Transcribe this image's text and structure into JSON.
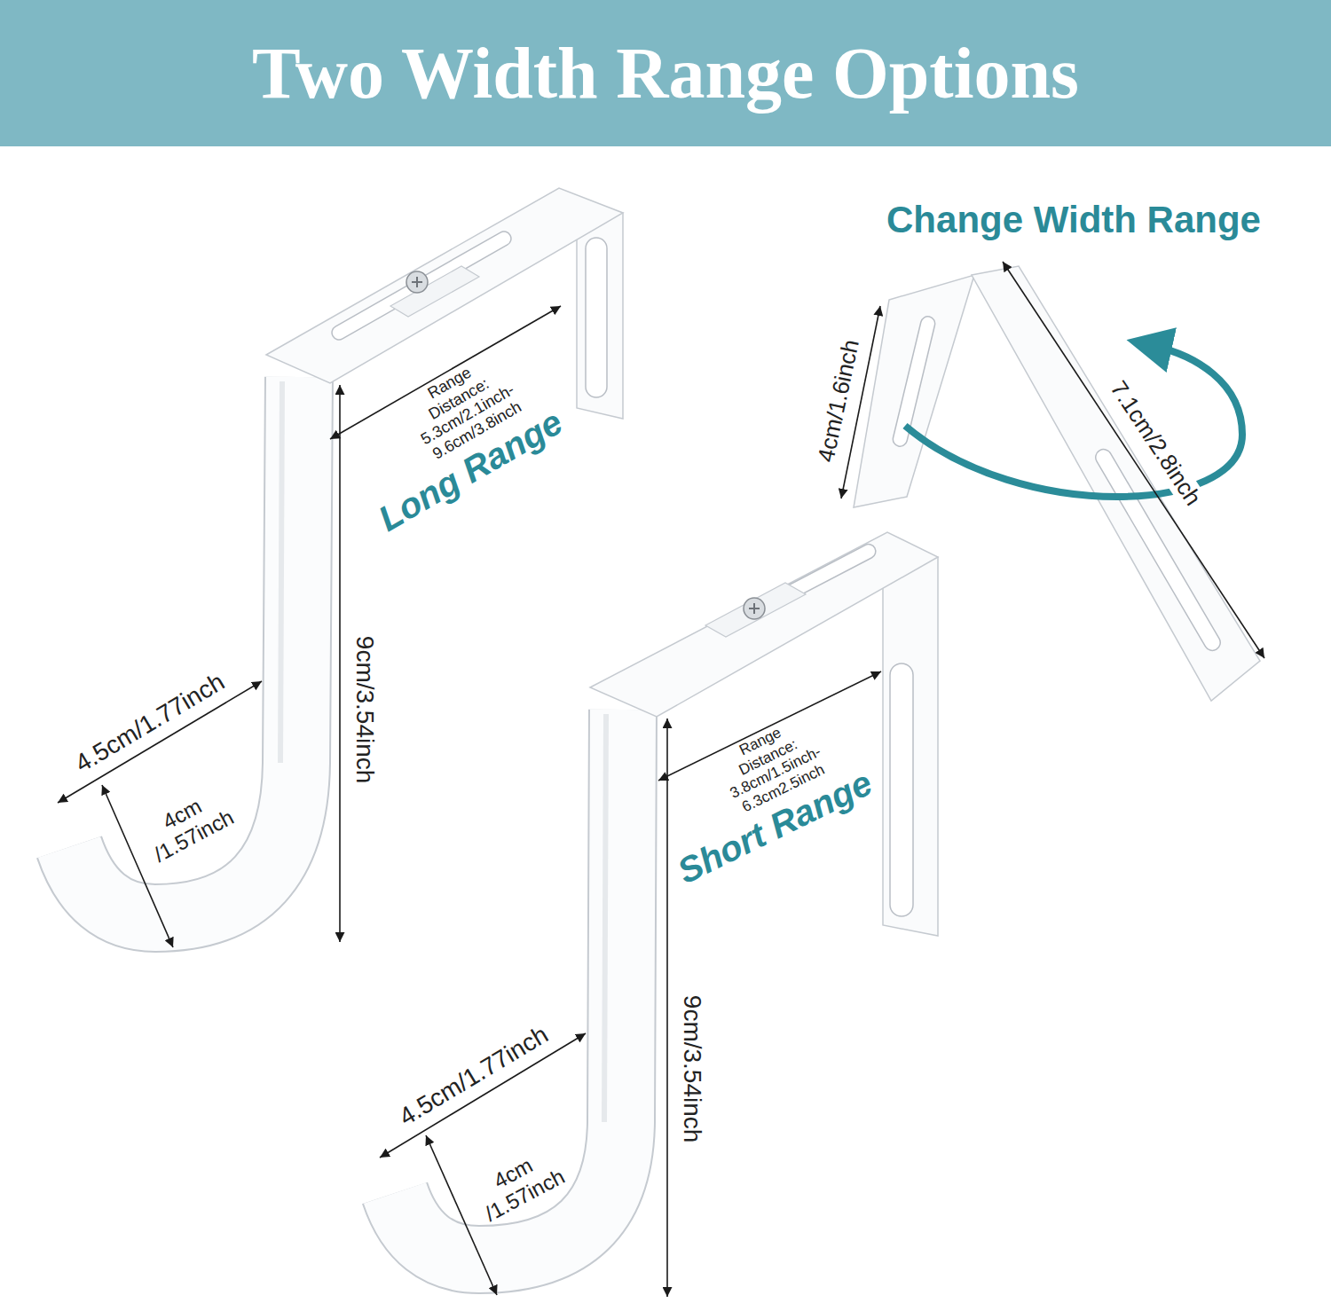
{
  "diagram": {
    "title": "Two Width Range Options",
    "labels": [
      "Change Width Range",
      "4cm/1.6inch",
      "7.1cm/2.8inch",
      "Range Distance: 5.3cm/2.1inch-9.6cm/3.8inch",
      "Long Range",
      "9cm/3.54inch",
      "4.5cm/1.77inch",
      "4cm /1.57inch",
      "Range Distance: 3.8cm/1.5inch-6.3cm2.5inch",
      "Short Range",
      "9cm/3.54inch",
      "4.5cm/1.77inch",
      "4cm /1.57inch"
    ]
  }
}
